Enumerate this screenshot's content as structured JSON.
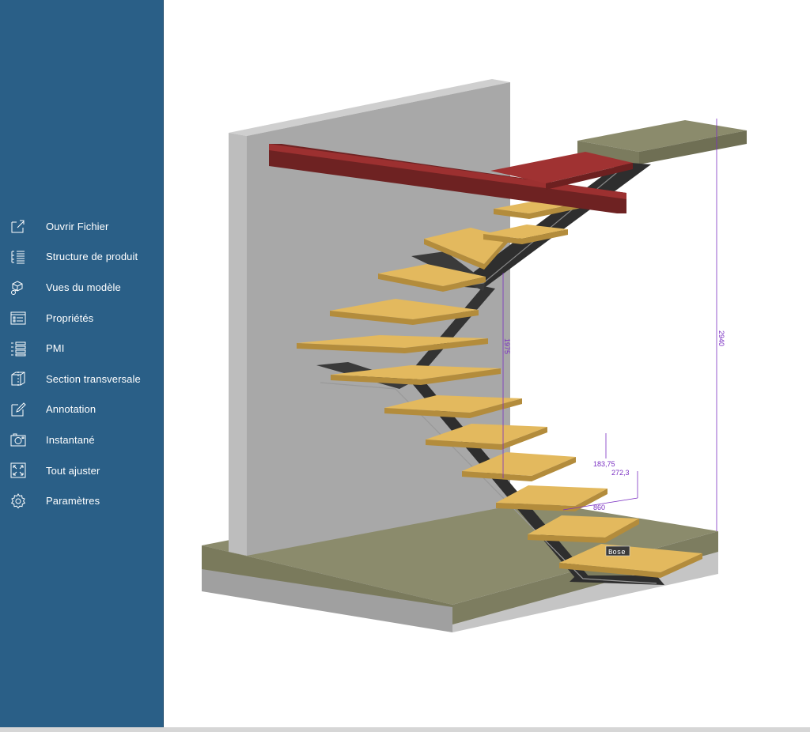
{
  "sidebar": {
    "items": [
      {
        "label": "Ouvrir Fichier",
        "icon": "open-file-icon"
      },
      {
        "label": "Structure de produit",
        "icon": "product-structure-icon"
      },
      {
        "label": "Vues du modèle",
        "icon": "model-views-icon"
      },
      {
        "label": "Propriétés",
        "icon": "properties-icon"
      },
      {
        "label": "PMI",
        "icon": "pmi-icon"
      },
      {
        "label": "Section transversale",
        "icon": "cross-section-icon"
      },
      {
        "label": "Annotation",
        "icon": "annotation-icon"
      },
      {
        "label": "Instantané",
        "icon": "snapshot-icon"
      },
      {
        "label": "Tout ajuster",
        "icon": "fit-all-icon"
      },
      {
        "label": "Paramètres",
        "icon": "settings-icon"
      }
    ]
  },
  "model": {
    "dimensions": {
      "total_height": "2940",
      "flight_height": "1975",
      "riser": "183,75",
      "going": "272,3",
      "width": "860"
    },
    "annotation_label": "Bose"
  },
  "colors": {
    "sidebar": "#2a5f87",
    "wall": "#a9a9a9",
    "floor": "#8b8b6c",
    "tread": "#e3b95e",
    "beam": "#8b2a2a",
    "stringer": "#3a3a3a",
    "dimension": "#7a2fc2"
  }
}
